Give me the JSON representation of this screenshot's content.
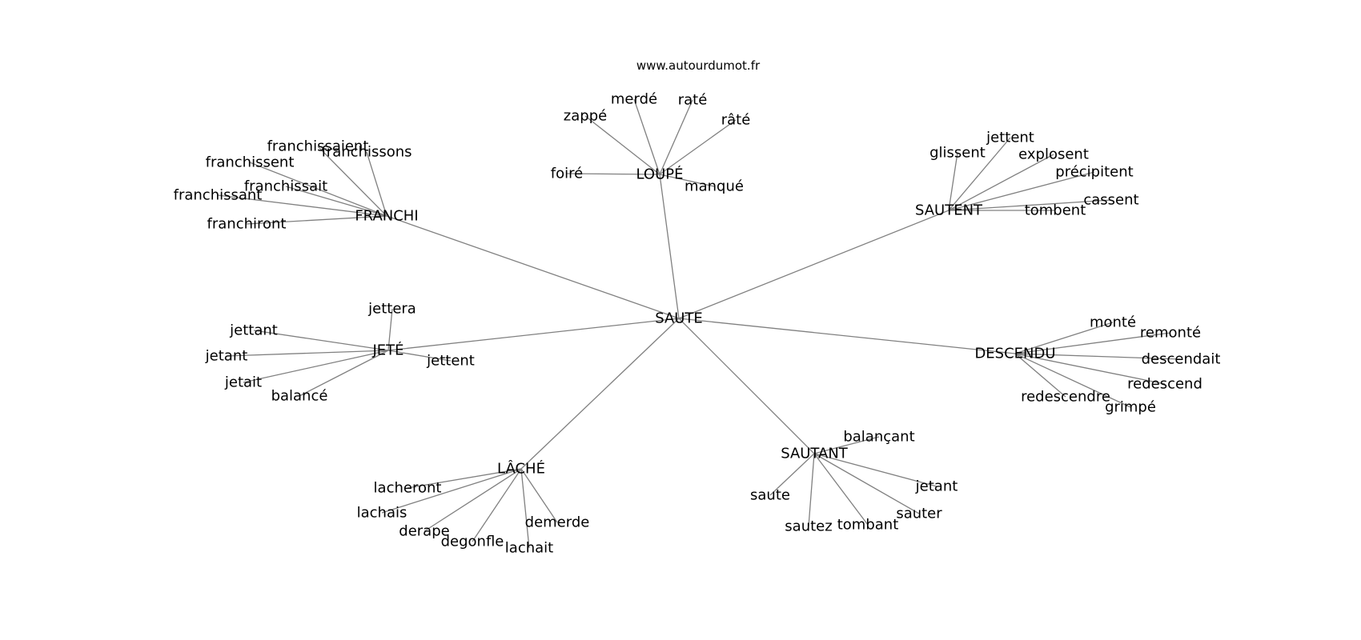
{
  "site": {
    "url": "www.autourdumot.fr"
  },
  "colors": {
    "edge": "#808080",
    "text": "#000000",
    "background": "#ffffff"
  },
  "graph": {
    "center": {
      "id": "saute",
      "label": "SAUTE"
    },
    "hubs": [
      {
        "id": "franchi",
        "label": "FRANCHI",
        "leaves": [
          "franchissaient",
          "franchissons",
          "franchissent",
          "franchissait",
          "franchissant",
          "franchiront"
        ]
      },
      {
        "id": "loupe",
        "label": "LOUPÉ",
        "leaves": [
          "merdé",
          "raté",
          "zappé",
          "râté",
          "foiré",
          "manqué"
        ]
      },
      {
        "id": "sautent",
        "label": "SAUTENT",
        "leaves": [
          "jettent",
          "glissent",
          "explosent",
          "précipitent",
          "cassent",
          "tombent"
        ]
      },
      {
        "id": "jete",
        "label": "JETÉ",
        "leaves": [
          "jettera",
          "jettant",
          "jetant",
          "jettent",
          "jetait",
          "balancé"
        ]
      },
      {
        "id": "descendu",
        "label": "DESCENDU",
        "leaves": [
          "monté",
          "remonté",
          "descendait",
          "redescend",
          "redescendre",
          "grimpé"
        ]
      },
      {
        "id": "lache",
        "label": "LÂCHÉ",
        "leaves": [
          "lacheront",
          "lachais",
          "derape",
          "demerde",
          "degonfle",
          "lachait"
        ]
      },
      {
        "id": "sautant",
        "label": "SAUTANT",
        "leaves": [
          "balançant",
          "saute",
          "jetant",
          "sauter",
          "sautez",
          "tombant"
        ]
      }
    ]
  }
}
